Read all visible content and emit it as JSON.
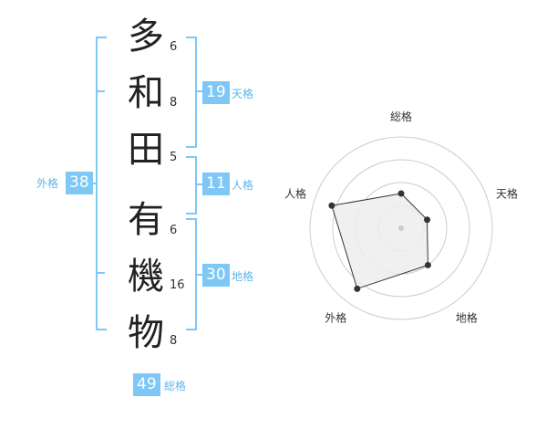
{
  "name_chars": [
    "多",
    "和",
    "田",
    "有",
    "機",
    "物"
  ],
  "strokes": [
    "6",
    "8",
    "5",
    "6",
    "16",
    "8"
  ],
  "kakusu": {
    "tenkaku": {
      "value": "19",
      "label": "天格"
    },
    "jinkaku": {
      "value": "11",
      "label": "人格"
    },
    "chikaku": {
      "value": "30",
      "label": "地格"
    },
    "gaikaku": {
      "value": "38",
      "label": "外格"
    },
    "soukaku": {
      "value": "49",
      "label": "総格"
    }
  },
  "chart_data": {
    "type": "radar",
    "axes": [
      "総格",
      "天格",
      "地格",
      "外格",
      "人格"
    ],
    "values": [
      0.38,
      0.3,
      0.5,
      0.82,
      0.8
    ],
    "scale_max": 1,
    "rings": 4,
    "colors": {
      "fill": "#ededed",
      "line": "#333333",
      "grid": "#cccccc",
      "accent": "#7ec8f6"
    }
  }
}
